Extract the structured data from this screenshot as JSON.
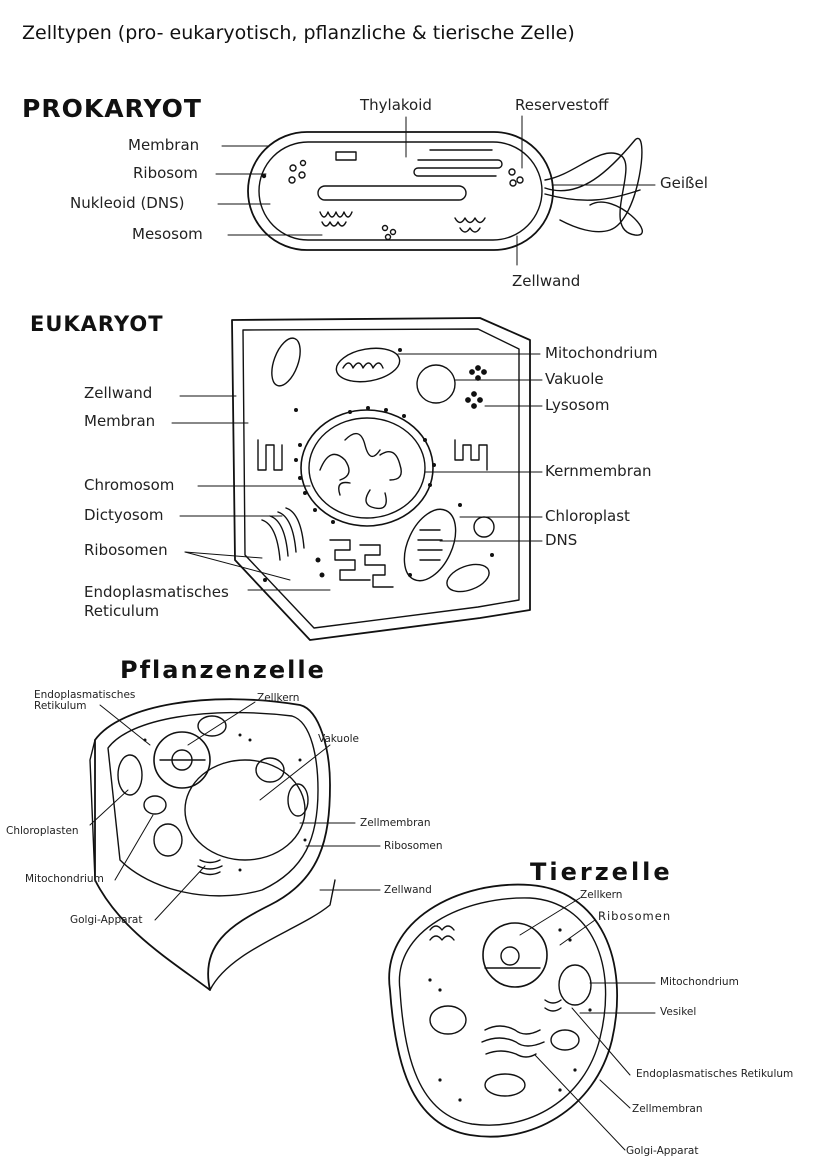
{
  "title": "Zelltypen (pro- eukaryotisch, pflanzliche & tierische Zelle)",
  "prokaryot": {
    "heading": "PROKARYOT",
    "labels": {
      "membran": "Membran",
      "ribosom": "Ribosom",
      "nukleoid": "Nukleoid (DNS)",
      "mesosom": "Mesosom",
      "thylakoid": "Thylakoid",
      "reservestoff": "Reservestoff",
      "geissel": "Geißel",
      "zellwand": "Zellwand"
    }
  },
  "eukaryot": {
    "heading": "EUKARYOT",
    "labels": {
      "zellwand": "Zellwand",
      "membran": "Membran",
      "chromosom": "Chromosom",
      "dictyosom": "Dictyosom",
      "ribosomen": "Ribosomen",
      "er": "Endoplasmatisches Reticulum",
      "mitochondrium": "Mitochondrium",
      "vakuole": "Vakuole",
      "lysosom": "Lysosom",
      "kernmembran": "Kernmembran",
      "chloroplast": "Chloroplast",
      "dns": "DNS"
    }
  },
  "pflanzenzelle": {
    "heading": "Pflanzenzelle",
    "labels": {
      "er": "Endoplasmatisches Retikulum",
      "zellkern": "Zellkern",
      "vakuole": "Vakuole",
      "chloroplasten": "Chloroplasten",
      "zellmembran": "Zellmembran",
      "ribosomen": "Ribosomen",
      "mitochondrium": "Mitochondrium",
      "zellwand": "Zellwand",
      "golgi": "Golgi-Apparat"
    }
  },
  "tierzelle": {
    "heading": "Tierzelle",
    "labels": {
      "zellkern": "Zellkern",
      "ribosomen": "Ribosomen",
      "mitochondrium": "Mitochondrium",
      "vesikel": "Vesikel",
      "er": "Endoplasmatisches Retikulum",
      "zellmembran": "Zellmembran",
      "golgi": "Golgi-Apparat"
    }
  }
}
